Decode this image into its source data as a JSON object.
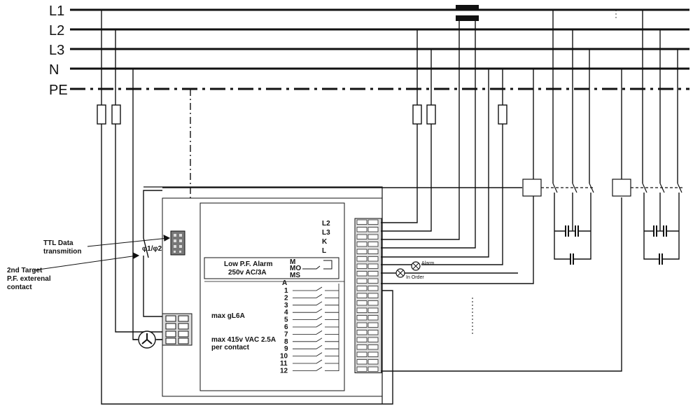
{
  "bus_labels": [
    "L1",
    "L2",
    "L3",
    "N",
    "PE"
  ],
  "annotations": {
    "ttl_line1": "TTL Data",
    "ttl_line2": "transmition",
    "target_line1": "2nd Target",
    "target_line2": "P.F. exterenal",
    "target_line3": "contact",
    "phi_label": "φ1/φ2"
  },
  "controller": {
    "inputs": [
      "L2",
      "L3",
      "K",
      "L"
    ],
    "alarm_line1": "Low P.F. Alarm",
    "alarm_line2": "250v AC/3A",
    "alarm_modes": [
      "M",
      "MO",
      "MS"
    ],
    "fuse_rating": "max gL6A",
    "contact_line1": "max 415v VAC 2.5A",
    "contact_line2": "per contact",
    "contact_common": "A",
    "contacts": [
      "1",
      "2",
      "3",
      "4",
      "5",
      "6",
      "7",
      "8",
      "9",
      "10",
      "11",
      "12"
    ]
  },
  "lamps": {
    "alarm": "Alarm",
    "in_order": "In Order"
  },
  "colors": {
    "wire": "#111111",
    "terminal_fill": "#dddddd",
    "ct_fill": "#111111",
    "ttl_fill": "#777777"
  }
}
